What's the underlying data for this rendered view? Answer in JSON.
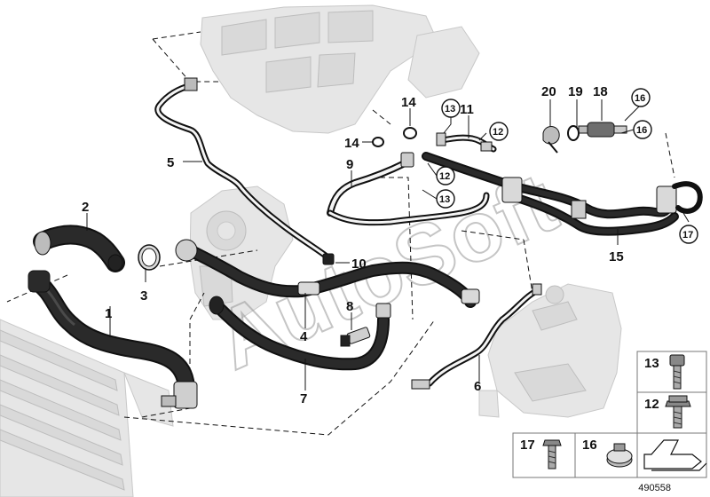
{
  "watermark": "AutoSoft",
  "diagram_id": "490558",
  "callouts": {
    "c1": "1",
    "c2": "2",
    "c3": "3",
    "c4": "4",
    "c5": "5",
    "c6": "6",
    "c7": "7",
    "c8": "8",
    "c9": "9",
    "c10": "10",
    "c11": "11",
    "c14a": "14",
    "c14b": "14",
    "c15": "15",
    "c18": "18",
    "c19": "19",
    "c20": "20"
  },
  "circled": {
    "c13a": "13",
    "c13b": "13",
    "c12a": "12",
    "c12b": "12",
    "c16a": "16",
    "c16b": "16",
    "c17": "17"
  },
  "panel": {
    "p13": "13",
    "p12": "12",
    "p17": "17",
    "p16": "16"
  },
  "colors": {
    "hose": "#1e1e1e",
    "ghost_part": "#e2e2e2",
    "line": "#111111"
  }
}
